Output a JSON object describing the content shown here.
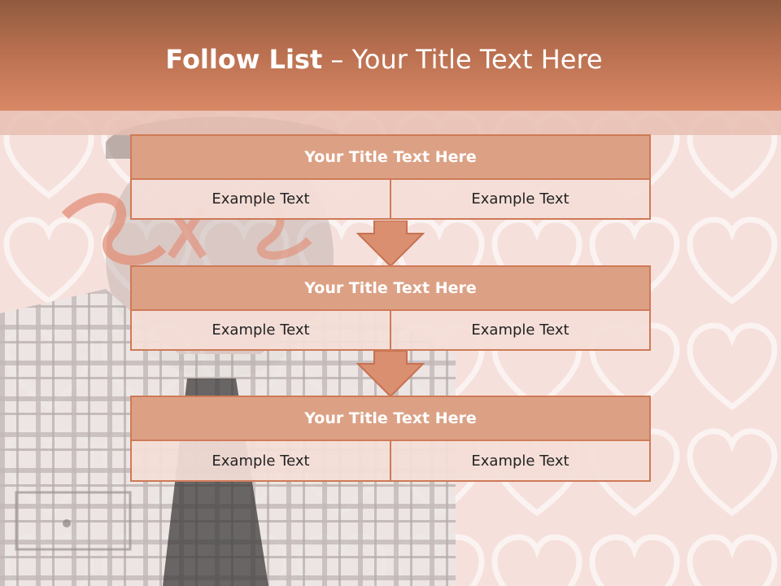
{
  "title": {
    "bold": "Follow List",
    "rest": "– Your Title Text Here"
  },
  "colors": {
    "banner_dark": "#8f5a3f",
    "banner_light": "#d98866",
    "block_title_fill": "#dca185",
    "block_border": "#cf7a57",
    "cell_fill": "#f4ded7",
    "arrow_fill": "#d98f70",
    "background": "#f8e4e1"
  },
  "blocks": [
    {
      "title": "Your Title Text Here",
      "left": "Example Text",
      "right": "Example Text"
    },
    {
      "title": "Your Title Text Here",
      "left": "Example Text",
      "right": "Example Text"
    },
    {
      "title": "Your Title Text Here",
      "left": "Example Text",
      "right": "Example Text"
    }
  ]
}
